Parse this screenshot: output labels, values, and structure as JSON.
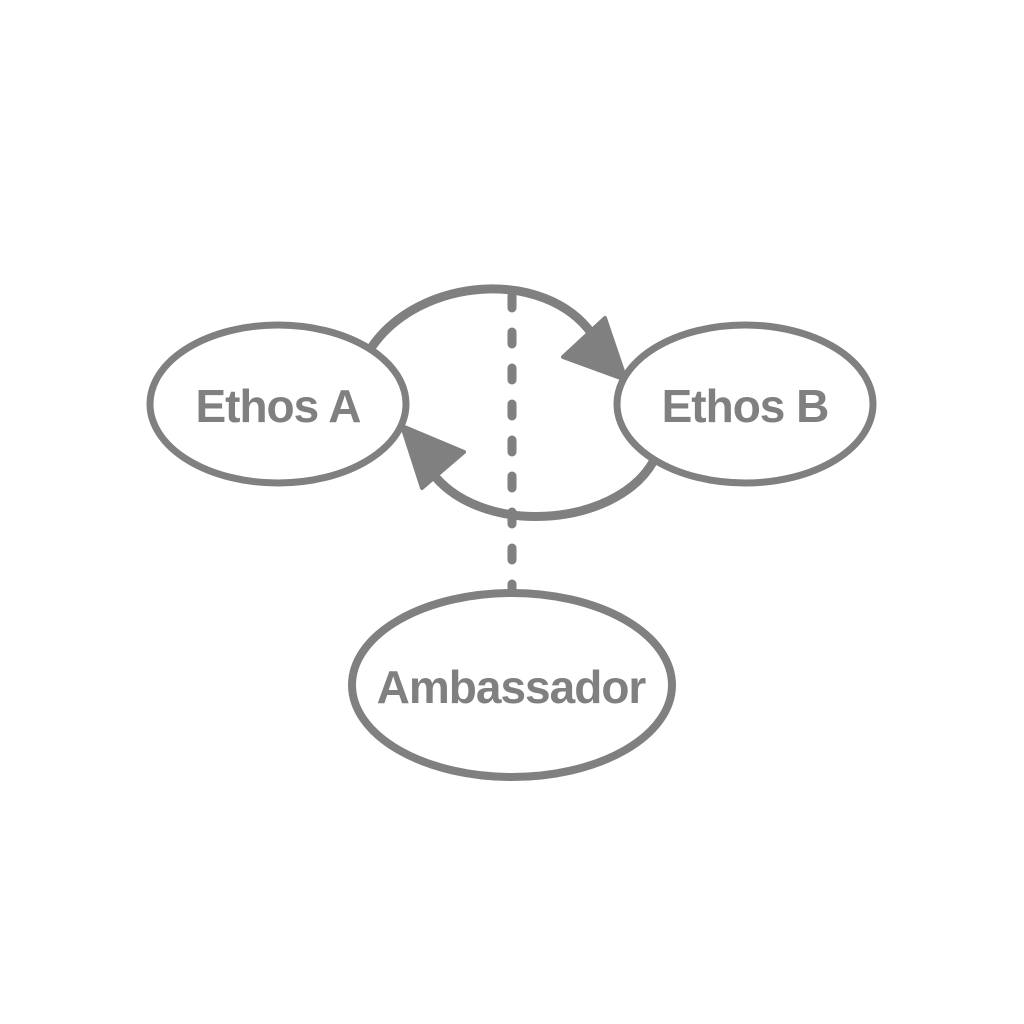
{
  "colors": {
    "stroke": "#808080",
    "background": "#ffffff",
    "text": "#808080"
  },
  "nodes": {
    "ethos_a": {
      "label": "Ethos A"
    },
    "ethos_b": {
      "label": "Ethos B"
    },
    "ambassador": {
      "label": "Ambassador"
    }
  },
  "edges": [
    {
      "from": "Ethos A",
      "to": "Ethos B",
      "style": "solid",
      "arrow": "end"
    },
    {
      "from": "Ethos B",
      "to": "Ethos A",
      "style": "solid",
      "arrow": "end"
    },
    {
      "from": "Ambassador",
      "to": "link between Ethos A and Ethos B",
      "style": "dashed",
      "arrow": "none"
    }
  ]
}
